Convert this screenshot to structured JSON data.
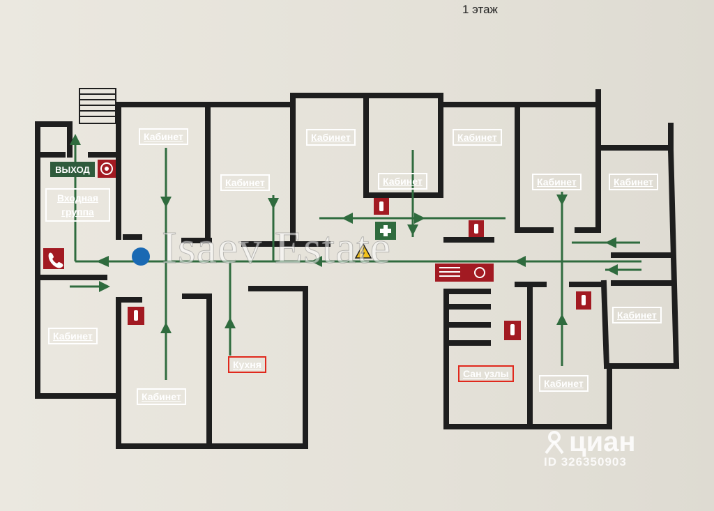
{
  "floor_title": "1 этаж",
  "exit_sign": "ВЫХОД",
  "watermark": "Isaev Estate",
  "cian": {
    "brand": "циан",
    "id": "ID 326350903"
  },
  "rooms": {
    "kab1": "Кабинет",
    "kab2": "Кабинет",
    "kab3": "Кабинет",
    "kab4": "Кабинет",
    "kab5": "Кабинет",
    "kab6": "Кабинет",
    "kab7": "Кабинет",
    "kab8": "Кабинет",
    "kab9": "Кабинет",
    "kab10": "Кабинет",
    "kab11": "Кабинет",
    "entrance": "Входная группа",
    "kitchen": "Кухня",
    "wc": "Сан узлы"
  },
  "colors": {
    "wall": "#1e1e1e",
    "arrow": "#2f6b3e",
    "fire": "#a21a22",
    "point": "#1a69b3",
    "label_border": "#ffffff",
    "highlight": "#e0281c"
  },
  "icons": [
    "fire-extinguisher-icon",
    "fire-alarm-icon",
    "phone-icon",
    "first-aid-icon",
    "high-voltage-icon",
    "you-are-here-icon",
    "stairs-icon"
  ]
}
